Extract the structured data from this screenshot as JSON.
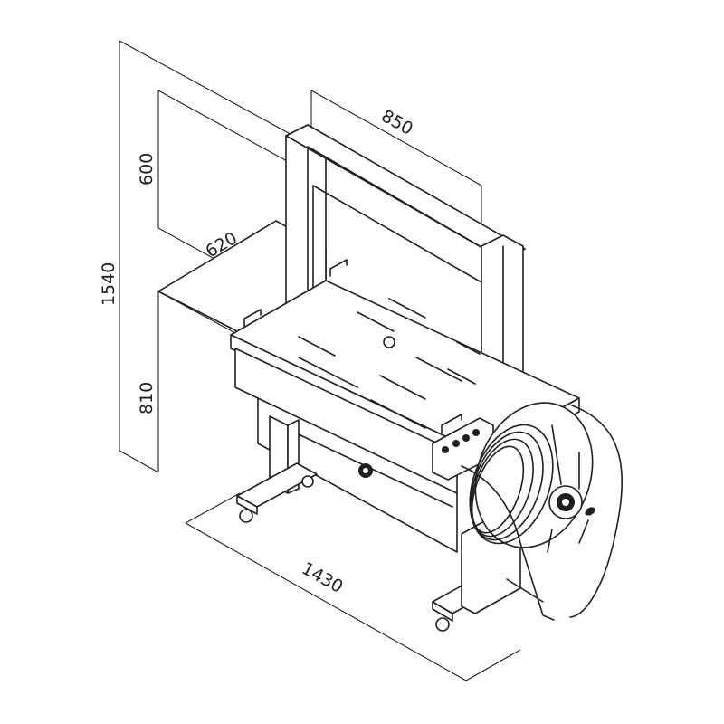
{
  "diagram": {
    "subject": "Semi-automatic strapping machine with arch, table, legs on casters and strap coil dispenser",
    "line_color": "#231f20",
    "background": "#ffffff",
    "dimensions": {
      "overall_height": {
        "value": "1540",
        "orientation": "vertical"
      },
      "arch_height": {
        "value": "600",
        "orientation": "vertical"
      },
      "table_height": {
        "value": "810",
        "orientation": "vertical"
      },
      "arch_width": {
        "value": "850",
        "orientation": "diagonal"
      },
      "depth": {
        "value": "620",
        "orientation": "diagonal"
      },
      "length": {
        "value": "1430",
        "orientation": "diagonal"
      }
    }
  }
}
